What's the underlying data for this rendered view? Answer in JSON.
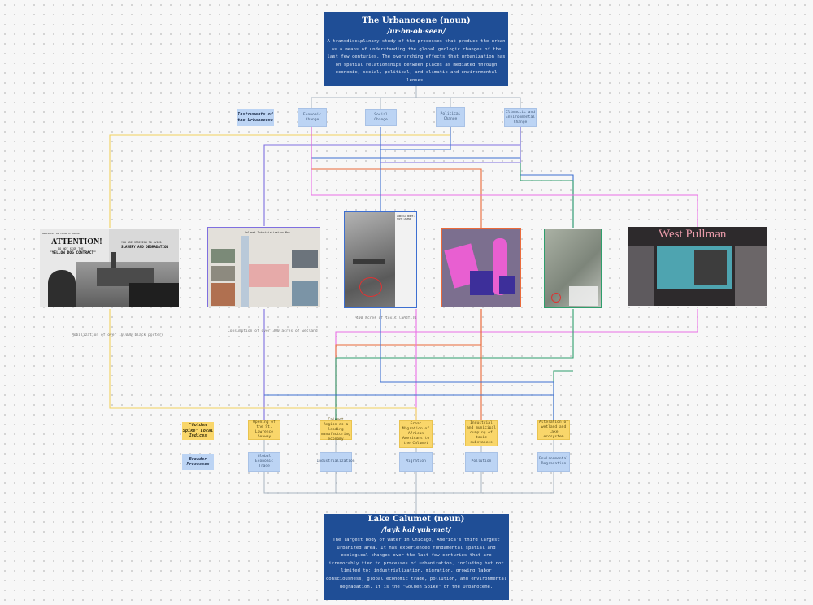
{
  "top_card": {
    "title": "The Urbanocene (noun)",
    "pronunciation": "/ur·bn·oh·seen/",
    "description": "A transdisciplinary study of the processes that produce the urban as a means of understanding the global geologic changes of the last few centuries. The overarching effects that urbanization has on spatial relationships between places as mediated through economic, social, political, and climatic and environmental lenses."
  },
  "bottom_card": {
    "title": "Lake Calumet (noun)",
    "pronunciation": "/layk kal·yuh·met/",
    "description": "The largest body of water in Chicago, America's third largest urbanized area. It has experienced fundamental spatial and ecological changes over the last few centuries that are irrevocably tied to processes of urbanization, including but not limited to: industrialization, migration, growing labor consciousness, global economic trade, pollution, and environmental degradation. It is the \"Golden Spike\" of the Urbanocene."
  },
  "instruments": {
    "label": "Instruments of the Urbanocene",
    "items": [
      "Economic Change",
      "Social Change",
      "Political Change",
      "Climactic and Environmental Change"
    ]
  },
  "golden_spike": {
    "label": "\"Golden Spike\" Local Indices",
    "items": [
      "Opening of the St. Lawrence Seaway",
      "Calumet Region as a leading manufacturing economy",
      "Great Migration of African Americans to the Calumet",
      "Industrial and municipal dumping of toxic substances",
      "Alteration of wetland and lake ecosystem"
    ]
  },
  "broader": {
    "label": "Broader Processes",
    "items": [
      "Global Economic Trade",
      "Industrialization",
      "Migration",
      "Pollution",
      "Environmental Degradation"
    ]
  },
  "images": {
    "poster": {
      "headline": "ATTENTION!",
      "line1": "DO NOT SIGN THE",
      "line2": "\"YELLOW DOG CONTRACT\"",
      "line3": "YOU ARE STRIVING TO AVOID",
      "line4": "SLAVERY AND DEGRADATION"
    },
    "map1_caption": "Consumption of over 300 acres of wetland",
    "map1_title": "Calumet Industrialization Map",
    "landfill_caption": "400 acres of toxic landfill",
    "west_pullman": "West Pullman"
  },
  "poster_caption": "Mobilization of over 10,000 black porters",
  "colors": {
    "card_blue": "#1f4e96",
    "light_blue": "#bcd4f4",
    "yellow": "#f9d66a",
    "wire_gray": "#a8b4c0",
    "wire_blue": "#3d6fd1",
    "wire_purple": "#7f6fe0",
    "wire_pink": "#ea6fe6",
    "wire_orange": "#ea6a3a",
    "wire_green": "#2e9e6c",
    "wire_yellow": "#f2d15c"
  }
}
